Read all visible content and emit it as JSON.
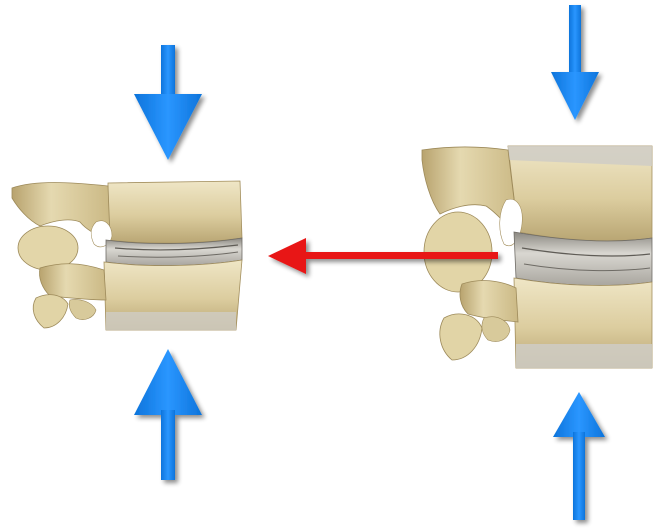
{
  "figure": {
    "description_text": "",
    "colors": {
      "compression_arrow": "#1e88f0",
      "transition_arrow": "#e81414",
      "bone_light": "#e9dfbd",
      "bone_mid": "#d2c193",
      "bone_dark": "#9c8a5d",
      "disc": "#c8c6c0",
      "disc_shadow": "#7d7a74"
    },
    "panels": [
      {
        "name": "compressed-spine-segment",
        "state": "compressed"
      },
      {
        "name": "normal-spine-segment",
        "state": "normal"
      }
    ],
    "arrows": [
      {
        "name": "compression-arrow-top-left",
        "icon": "arrow-down-icon"
      },
      {
        "name": "compression-arrow-bottom-left",
        "icon": "arrow-up-icon"
      },
      {
        "name": "compression-arrow-top-right",
        "icon": "arrow-down-icon"
      },
      {
        "name": "compression-arrow-bottom-right",
        "icon": "arrow-up-icon"
      },
      {
        "name": "transition-arrow",
        "icon": "arrow-left-icon"
      }
    ]
  }
}
